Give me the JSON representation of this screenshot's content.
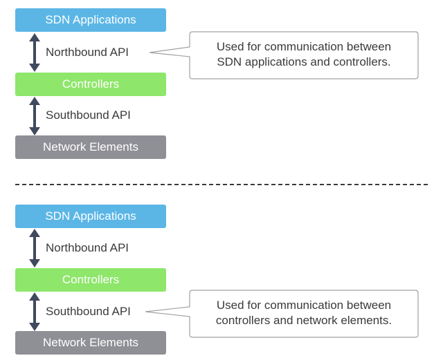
{
  "colors": {
    "applications": "#5bb6e6",
    "controllers": "#8ee66b",
    "network_elements": "#8f8f96",
    "arrow": "#404a5e",
    "callout_border": "#a0a0a0"
  },
  "panels": [
    {
      "applications": "SDN Applications",
      "northbound": "Northbound API",
      "controllers": "Controllers",
      "southbound": "Southbound API",
      "network_elements": "Network Elements",
      "callout": {
        "line1": "Used for communication between",
        "line2": "SDN applications and controllers."
      }
    },
    {
      "applications": "SDN Applications",
      "northbound": "Northbound API",
      "controllers": "Controllers",
      "southbound": "Southbound API",
      "network_elements": "Network Elements",
      "callout": {
        "line1": "Used for communication between",
        "line2": "controllers and network elements."
      }
    }
  ]
}
